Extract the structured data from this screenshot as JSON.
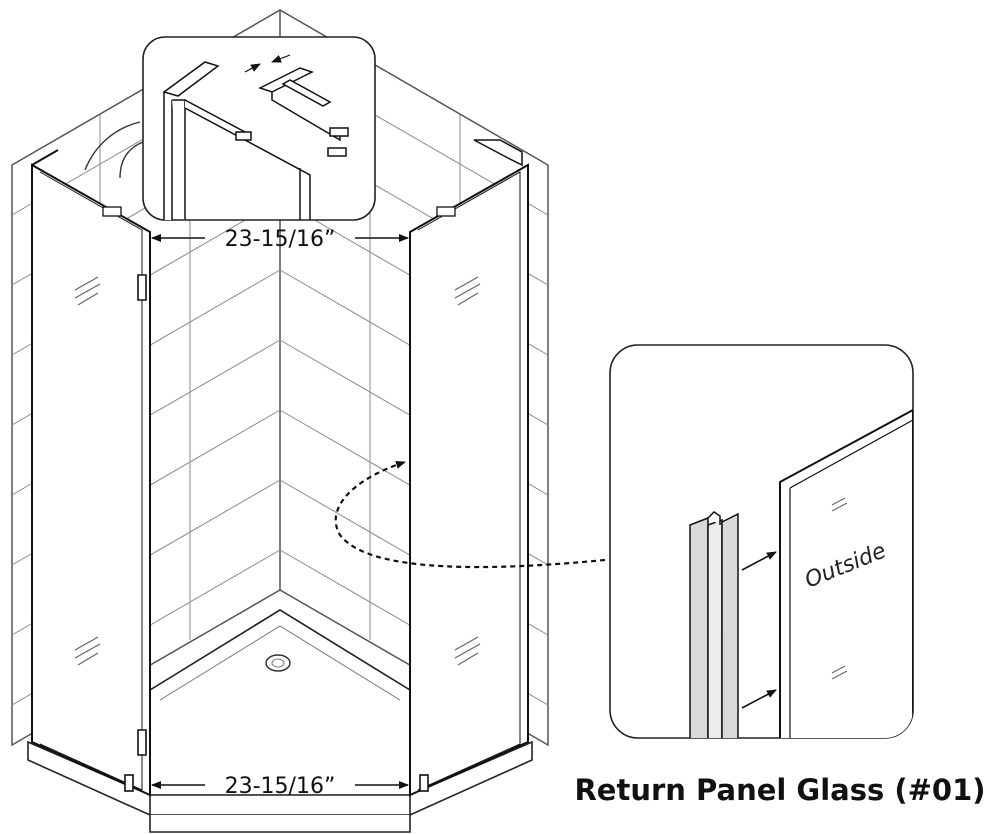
{
  "dimensions": {
    "top_width": "23-15/16”",
    "bottom_width": "23-15/16”"
  },
  "detail": {
    "outside_label": "Outside"
  },
  "caption": "Return Panel Glass (#01)",
  "icons": [
    "arrow-icon",
    "glass-reflection-icon",
    "drain-icon"
  ],
  "colors": {
    "line": "#1a1a1a",
    "channel": "#d9d9d9",
    "wall": "#888888"
  }
}
